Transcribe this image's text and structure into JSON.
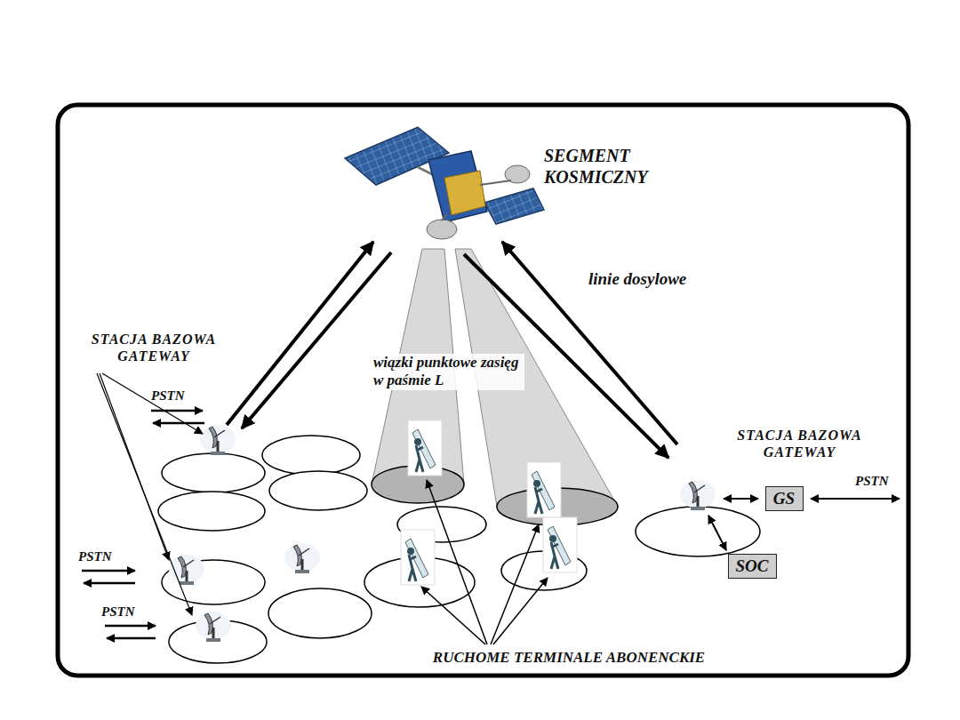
{
  "diagram": {
    "nodes": [
      {
        "text": [
          "GS"
        ]
      },
      {
        "text": [
          "SOC"
        ]
      }
    ],
    "labels": [
      "SEGMENT KOSMICZNY",
      "linie dosylowe",
      "STACJA BAZOWA GATEWAY",
      "wiązki punktowe zasięg w paśmie L",
      "PSTN",
      "PSTN",
      "PSTN",
      "STACJA BAZOWA GATEWAY",
      "PSTN",
      "RUCHOME TERMINALE ABONENCKIE"
    ]
  }
}
